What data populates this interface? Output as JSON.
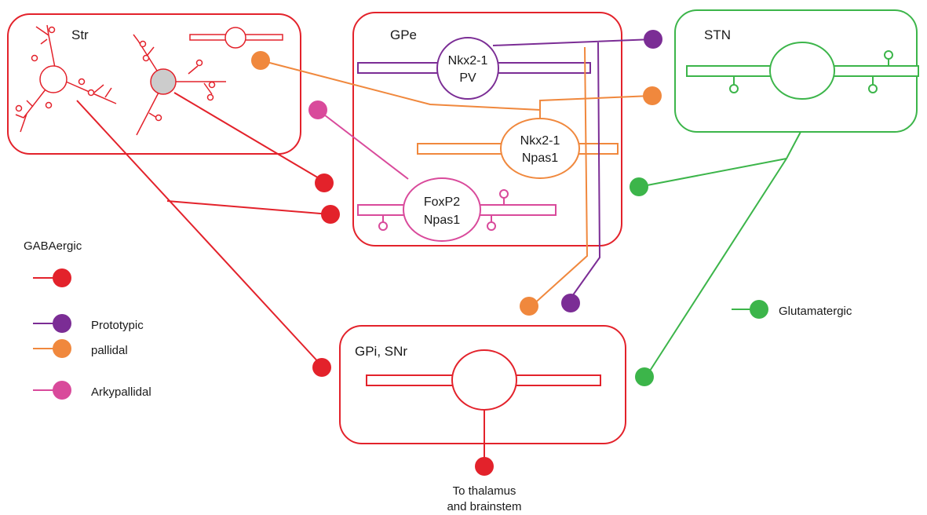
{
  "colors": {
    "gabaergic": "#e3222b",
    "prototypic": "#7b2d95",
    "arky": "#d94a9b",
    "pallidal_orange": "#f0883d",
    "glutamatergic": "#3cb54a",
    "striatal_fill": "#cccccc",
    "text": "#1a1a1a"
  },
  "regions": {
    "str": "Str",
    "gpe": "GPe",
    "stn": "STN",
    "gpi": "GPi, SNr"
  },
  "cells": {
    "proto": {
      "line1": "Nkx2-1",
      "line2": "PV"
    },
    "npas_orange": {
      "line1": "Nkx2-1",
      "line2": "Npas1"
    },
    "arky": {
      "line1": "FoxP2",
      "line2": "Npas1"
    }
  },
  "legend": {
    "gabaergic": "GABAergic",
    "prototypic": "Prototypic",
    "pallidal": "pallidal",
    "arkypallidal": "Arkypallidal",
    "glutamatergic": "Glutamatergic"
  },
  "output": {
    "line1": "To thalamus",
    "line2": "and brainstem"
  }
}
